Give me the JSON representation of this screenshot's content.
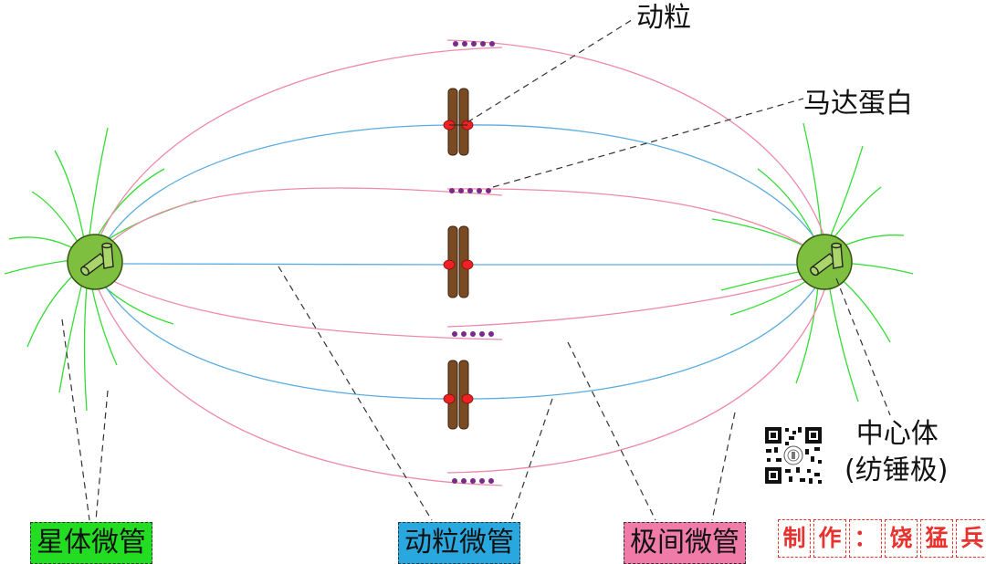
{
  "labels": {
    "kinetochore": "动粒",
    "motor_protein": "马达蛋白",
    "centrosome_line1": "中心体",
    "centrosome_line2": "(纺锤极)"
  },
  "boxes": {
    "astral": {
      "text": "星体微管",
      "color": "#22dd22"
    },
    "kinetochore_mt": {
      "text": "动粒微管",
      "color": "#29a8e0"
    },
    "polar": {
      "text": "极间微管",
      "color": "#f07aa8"
    }
  },
  "credit": {
    "text": "制作：饶猛兵",
    "chars": [
      "制",
      "作",
      "：",
      "饶",
      "猛",
      "兵"
    ],
    "color": "#e8322e"
  },
  "colors": {
    "astral_mt": "#33dd33",
    "kinetochore_mt": "#5aace0",
    "polar_mt": "#ee8aa8",
    "chromosome": "#7a4a22",
    "kinetochore_dot": "#ee2222",
    "motor_dot": "#7a2a8a",
    "centrosome_fill": "#7fbf3f"
  }
}
